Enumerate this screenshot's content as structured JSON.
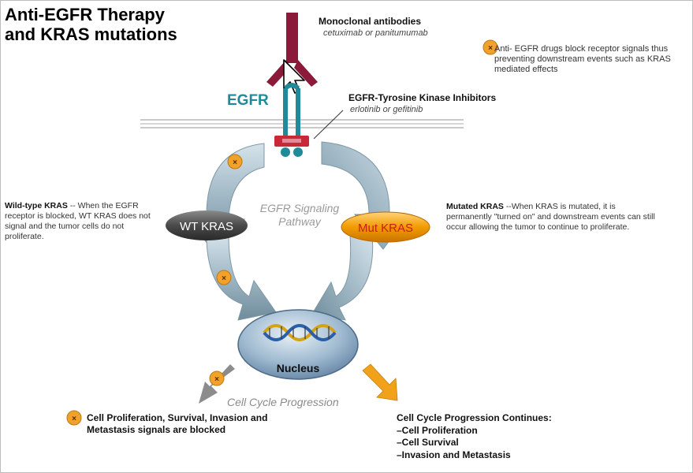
{
  "diagram": {
    "title_line1": "Anti-EGFR Therapy",
    "title_line2": "and KRAS mutations",
    "antibodies": {
      "title": "Monoclonal antibodies",
      "examples": "cetuximab or panitumumab"
    },
    "tki": {
      "title": "EGFR-Tyrosine Kinase Inhibitors",
      "examples": "erlotinib or gefitinib"
    },
    "receptor_label": "EGFR",
    "note_right": "Anti- EGFR drugs block receptor signals thus preventing downstream events such as KRAS mediated effects",
    "pathway_label": "EGFR Signaling Pathway",
    "wt_kras": {
      "label": "WT KRAS",
      "lead": "Wild-type KRAS",
      "description": " -- When the EGFR receptor is blocked, WT KRAS does not signal and the tumor cells do not proliferate."
    },
    "mut_kras": {
      "label": "Mut KRAS",
      "lead": "Mutated KRAS",
      "description": " --When KRAS is mutated, it is permanently \"turned on\" and downstream events can still occur allowing the tumor to continue to proliferate."
    },
    "nucleus_label": "Nucleus",
    "cycle_label": "Cell Cycle Progression",
    "blocked_text": "Cell Proliferation, Survival, Invasion and Metastasis signals are blocked",
    "continues": {
      "title": "Cell Cycle Progression Continues:",
      "items": [
        "–Cell Proliferation",
        "–Cell Survival",
        "–Invasion and Metastasis"
      ]
    },
    "colors": {
      "antibody": "#8b1a3a",
      "receptor": "#1f8a9a",
      "kinase": "#c8283a",
      "arrow_gray": "#8aa4b2",
      "wt_kras": "#4a4a4a",
      "mut_kras": "#f29b00",
      "nucleus": "#6f93b3",
      "orange_arrow": "#f2a21a",
      "block_badge": "#f0a22a"
    }
  }
}
